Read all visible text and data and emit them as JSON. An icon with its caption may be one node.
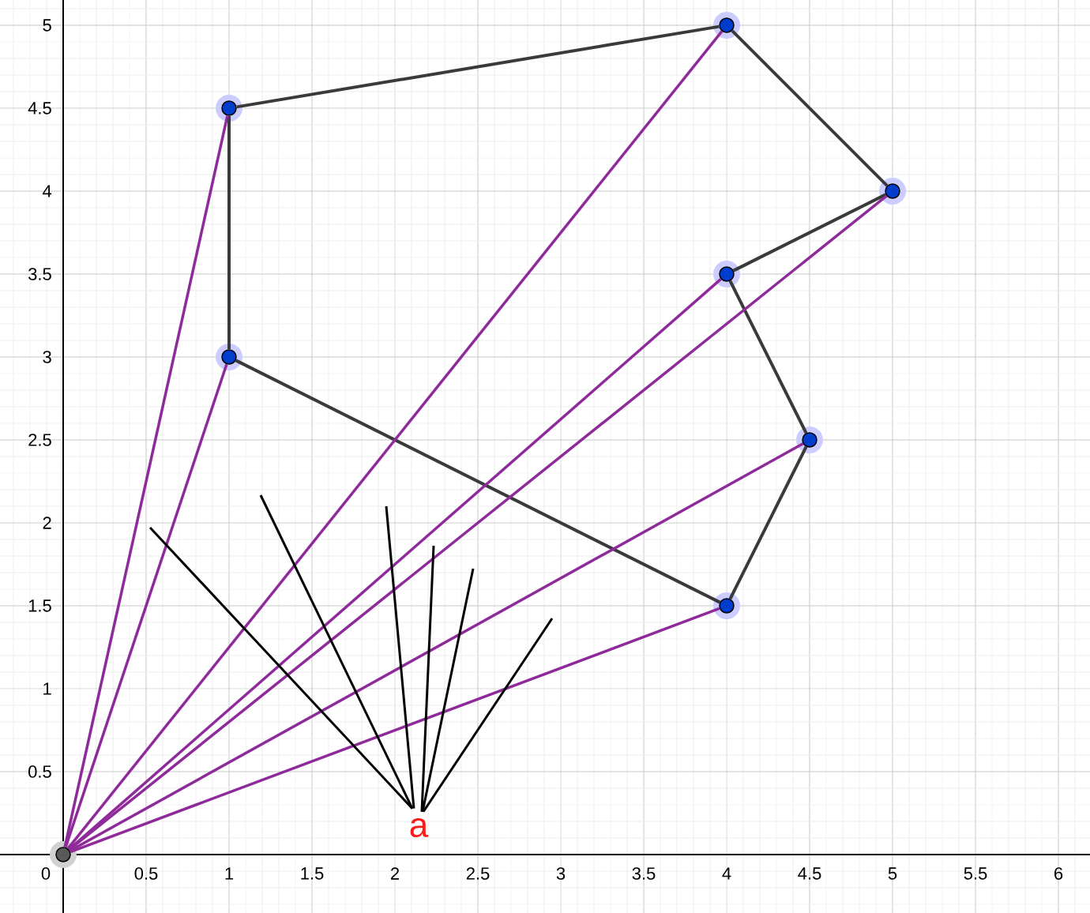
{
  "diagram": {
    "nodes": [
      {
        "text": [],
        "shape": "circle"
      },
      {
        "text": [],
        "shape": "circle"
      },
      {
        "text": [],
        "shape": "circle"
      },
      {
        "text": [],
        "shape": "circle"
      },
      {
        "text": [],
        "shape": "circle"
      },
      {
        "text": [],
        "shape": "circle"
      },
      {
        "text": [],
        "shape": "circle"
      },
      {
        "text": [],
        "shape": "circle"
      },
      {
        "text": [
          "a"
        ]
      }
    ],
    "edges": [
      {
        "from": 1,
        "to": 2,
        "arrow": "none",
        "color": "#3a3a3a"
      },
      {
        "from": 2,
        "to": 3,
        "arrow": "none",
        "color": "#3a3a3a"
      },
      {
        "from": 3,
        "to": 4,
        "arrow": "none",
        "color": "#3a3a3a"
      },
      {
        "from": 4,
        "to": 5,
        "arrow": "none",
        "color": "#3a3a3a"
      },
      {
        "from": 5,
        "to": 6,
        "arrow": "none",
        "color": "#3a3a3a"
      },
      {
        "from": 6,
        "to": 7,
        "arrow": "none",
        "color": "#3a3a3a"
      },
      {
        "from": 7,
        "to": 1,
        "arrow": "none",
        "color": "#3a3a3a"
      },
      {
        "from": 0,
        "to": 1,
        "arrow": "none",
        "color": "#8e2a9a"
      },
      {
        "from": 0,
        "to": 2,
        "arrow": "none",
        "color": "#8e2a9a"
      },
      {
        "from": 0,
        "to": 3,
        "arrow": "none",
        "color": "#8e2a9a"
      },
      {
        "from": 0,
        "to": 4,
        "arrow": "none",
        "color": "#8e2a9a"
      },
      {
        "from": 0,
        "to": 5,
        "arrow": "none",
        "color": "#8e2a9a"
      },
      {
        "from": 0,
        "to": 6,
        "arrow": "none",
        "color": "#8e2a9a"
      },
      {
        "from": 0,
        "to": 7,
        "arrow": "none",
        "color": "#8e2a9a"
      },
      {
        "from": 8,
        "to": null,
        "arrow": "none",
        "color": "#000000"
      },
      {
        "from": 8,
        "to": null,
        "arrow": "none",
        "color": "#000000"
      },
      {
        "from": 8,
        "to": null,
        "arrow": "none",
        "color": "#000000"
      },
      {
        "from": 8,
        "to": null,
        "arrow": "none",
        "color": "#000000"
      },
      {
        "from": 8,
        "to": null,
        "arrow": "none",
        "color": "#000000"
      },
      {
        "from": 8,
        "to": null,
        "arrow": "none",
        "color": "#000000"
      }
    ],
    "labels": [
      "5",
      "4.5",
      "4",
      "3.5",
      "3",
      "2.5",
      "2",
      "1.5",
      "1",
      "0.5",
      "0",
      "0.5",
      "1",
      "1.5",
      "2",
      "2.5",
      "3",
      "3.5",
      "4",
      "4.5",
      "5",
      "5.5",
      "6"
    ]
  }
}
